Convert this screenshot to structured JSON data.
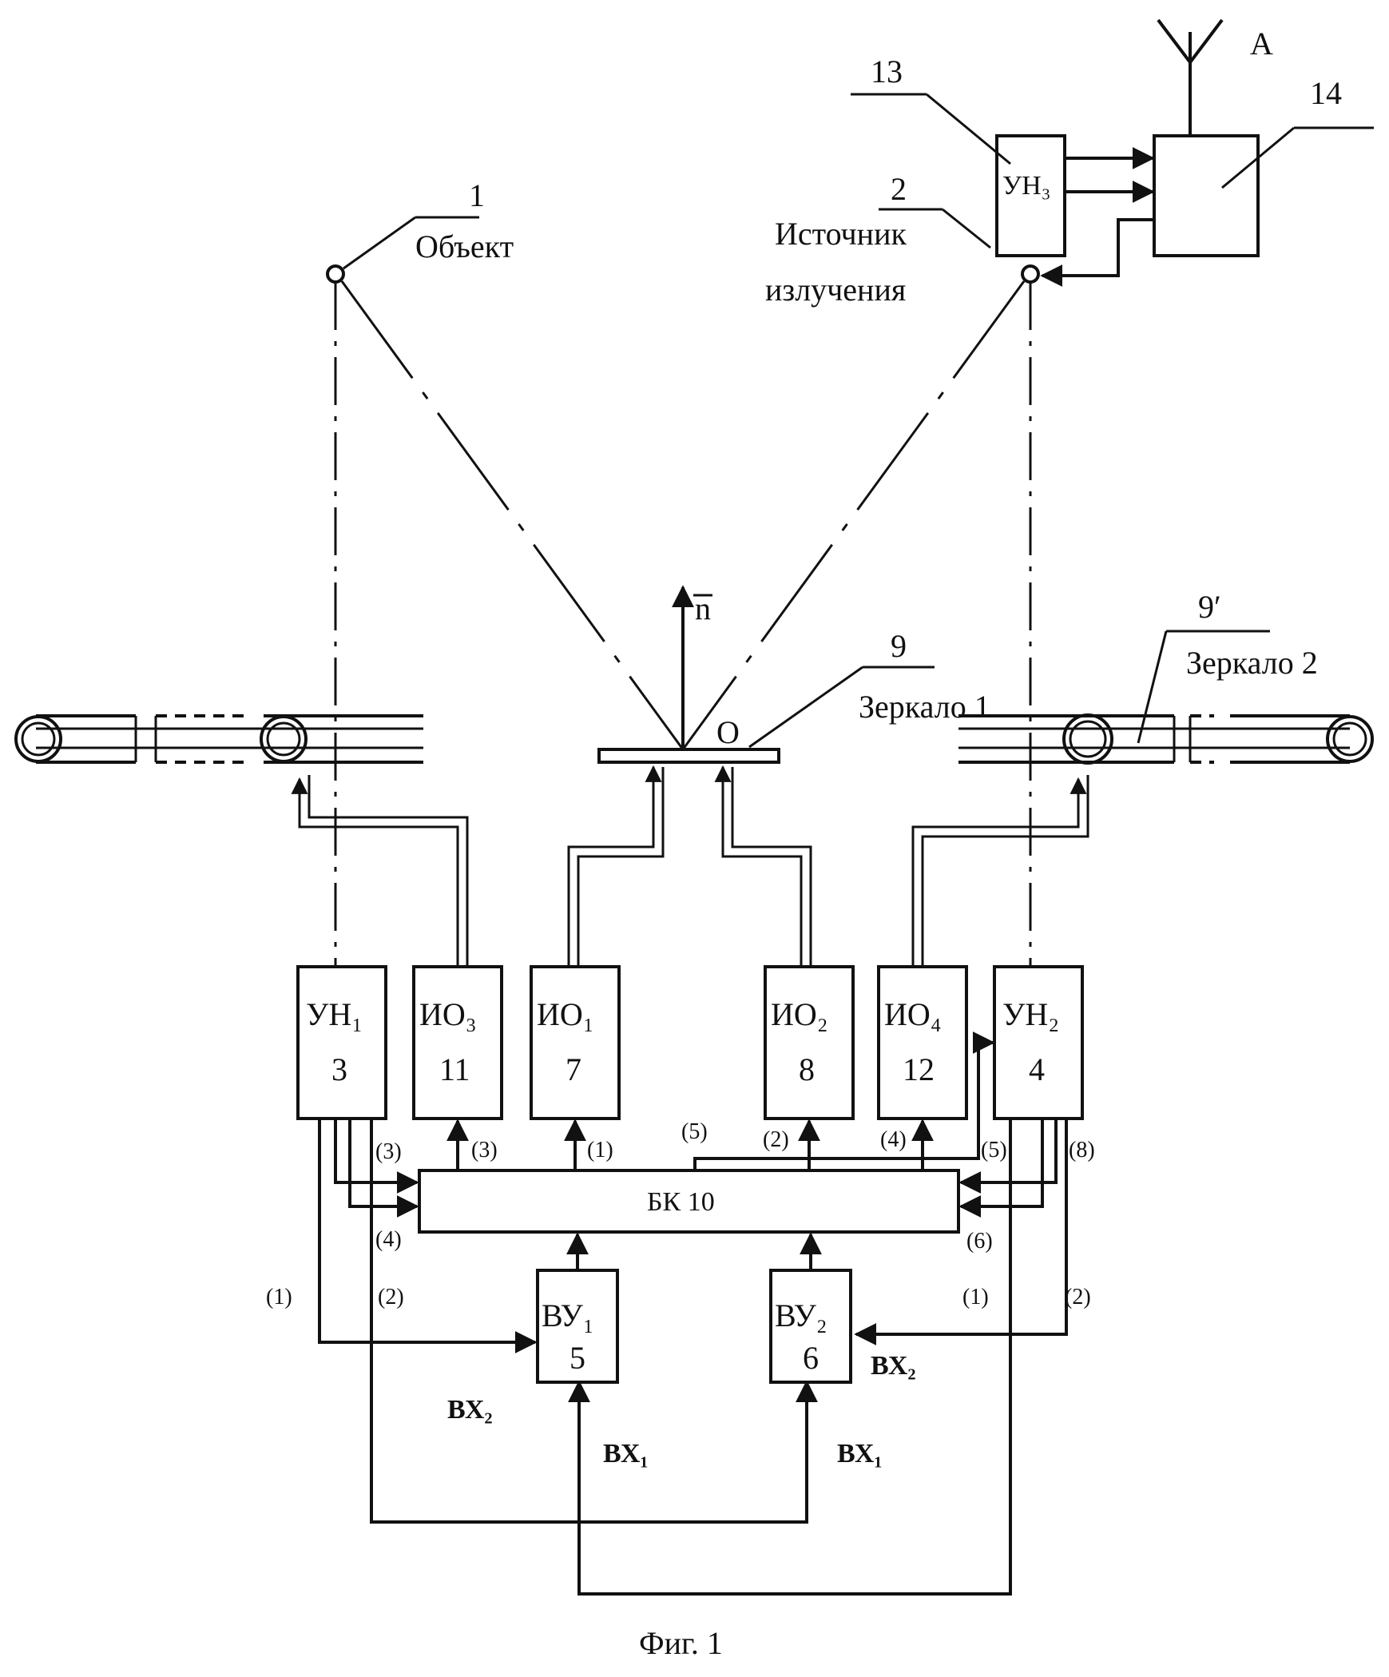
{
  "labels": {
    "object_num": "1",
    "object_name": "Объект",
    "source_num": "2",
    "source_name_1": "Источник",
    "source_name_2": "излучения",
    "num_13": "13",
    "num_14": "14",
    "antenna": "A",
    "normal": "n",
    "point_o": "O",
    "mirror1_num": "9",
    "mirror1_name": "Зеркало 1",
    "mirror2_num": "9′",
    "mirror2_name": "Зеркало 2",
    "figure_caption": "Фиг. 1"
  },
  "blocks": {
    "un3": {
      "top": "УН₃"
    },
    "un1": {
      "top": "УН₁",
      "num": "3"
    },
    "io3": {
      "top": "ИО₃",
      "num": "11"
    },
    "io1": {
      "top": "ИО₁",
      "num": "7"
    },
    "io2": {
      "top": "ИО₂",
      "num": "8"
    },
    "io4": {
      "top": "ИО₄",
      "num": "12"
    },
    "un2": {
      "top": "УН₂",
      "num": "4"
    },
    "bk": {
      "label": "БК 10"
    },
    "vu1": {
      "top": "ВУ₁",
      "num": "5"
    },
    "vu2": {
      "top": "ВУ₂",
      "num": "6"
    }
  },
  "ports": {
    "p3a": "(3)",
    "p3b": "(3)",
    "p1": "(1)",
    "p5a": "(5)",
    "p2": "(2)",
    "p4a": "(4)",
    "p5b": "(5)",
    "p8": "(8)",
    "p4b": "(4)",
    "p6": "(6)",
    "l1": "(1)",
    "l2": "(2)",
    "r1": "(1)",
    "r2": "(2)"
  },
  "inputs": {
    "vu1_vx2": "ВХ₂",
    "vu1_vx1": "ВХ₁",
    "vu2_vx2": "ВХ₂",
    "vu2_vx1": "ВХ₁"
  }
}
